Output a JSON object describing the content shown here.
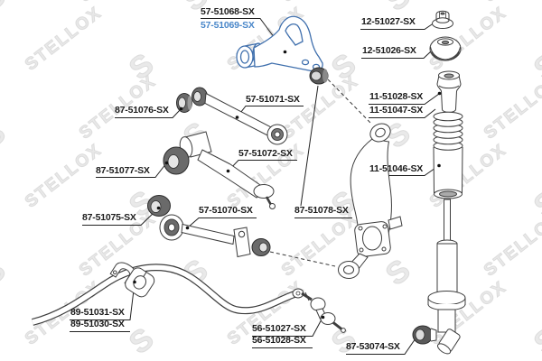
{
  "watermark": {
    "text": "STELLOX",
    "symbol": "S"
  },
  "colors": {
    "highlight_blue": "#3f6fad",
    "label_blue": "#4a87c9",
    "line_dark": "#3d3d3d",
    "label_text": "#1b1b1b",
    "watermark_gray": "#e9e9e9"
  },
  "labels": {
    "l57_51068": "57-51068-SX",
    "l57_51069": "57-51069-SX",
    "l12_51027": "12-51027-SX",
    "l12_51026": "12-51026-SX",
    "l11_51028": "11-51028-SX",
    "l11_51047": "11-51047-SX",
    "l11_51046": "11-51046-SX",
    "l87_51076": "87-51076-SX",
    "l57_51071": "57-51071-SX",
    "l87_51077": "87-51077-SX",
    "l57_51072": "57-51072-SX",
    "l87_51075": "87-51075-SX",
    "l57_51070": "57-51070-SX",
    "l87_51078": "87-51078-SX",
    "l89_51031": "89-51031-SX",
    "l89_51030": "89-51030-SX",
    "l56_51027": "56-51027-SX",
    "l56_51028": "56-51028-SX",
    "l87_53074": "87-53074-SX"
  }
}
